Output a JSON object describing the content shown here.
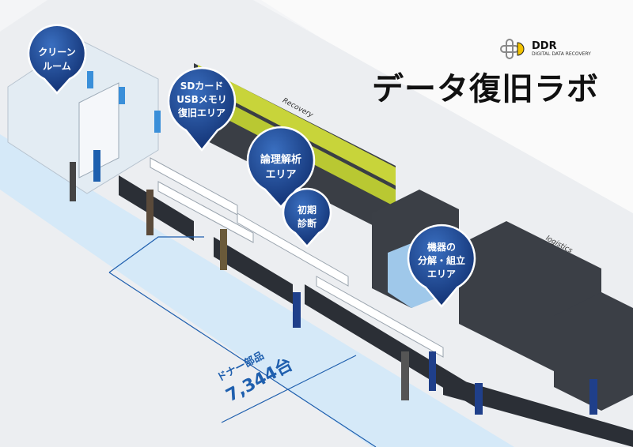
{
  "header": {
    "title": "データ復旧ラボ",
    "logo": {
      "name": "DDR",
      "subtitle": "DIGITAL DATA RECOVERY",
      "accent": "#f2c200"
    }
  },
  "pins": [
    {
      "id": "clean-room",
      "lines": [
        "クリーン",
        "ルーム"
      ]
    },
    {
      "id": "sd-usb",
      "lines": [
        "SDカード",
        "USBメモリ",
        "復旧エリア"
      ]
    },
    {
      "id": "logical",
      "lines": [
        "論理解析",
        "エリア"
      ]
    },
    {
      "id": "initial",
      "lines": [
        "初期",
        "診断"
      ]
    },
    {
      "id": "disassembly",
      "lines": [
        "機器の",
        "分解・組立",
        "エリア"
      ]
    }
  ],
  "zones": {
    "recovery": "Recovery",
    "logistics": "logistics"
  },
  "donor": {
    "label": "ドナー部品",
    "count": "7,344台"
  },
  "colors": {
    "pin_dark": "#0d2a6a",
    "pin_light": "#2f63b3",
    "walkway": "#d5e9f8",
    "accent_line": "#1f5fae"
  }
}
